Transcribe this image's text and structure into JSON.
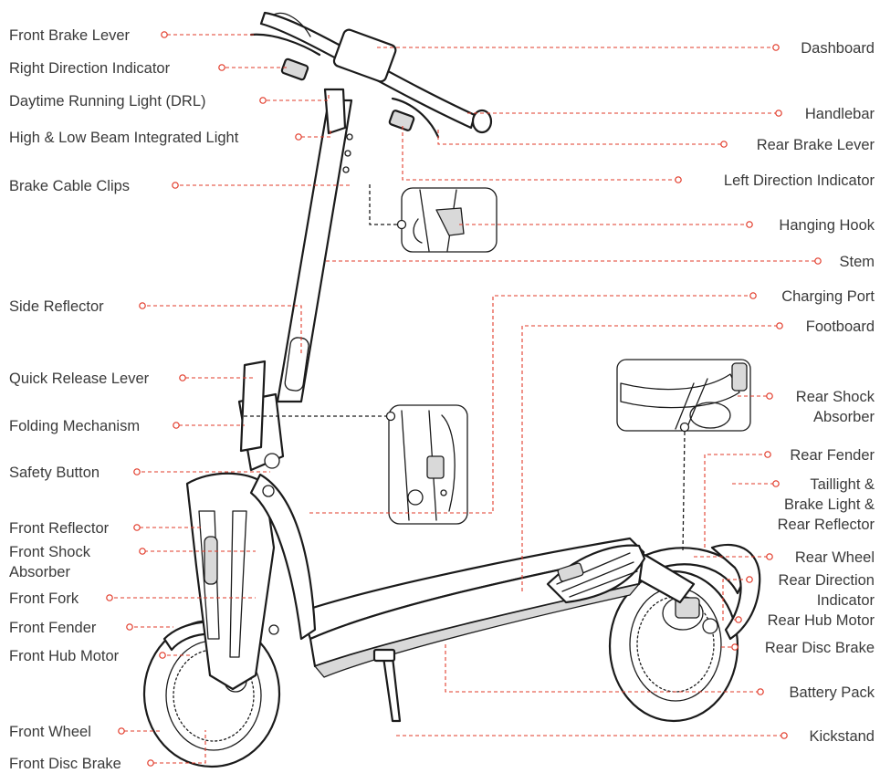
{
  "labels": {
    "front_brake_lever": "Front Brake Lever",
    "right_direction_indicator": "Right Direction Indicator",
    "drl": "Daytime Running Light (DRL)",
    "beam_light": "High & Low Beam Integrated Light",
    "brake_cable_clips": "Brake Cable Clips",
    "side_reflector": "Side Reflector",
    "quick_release_lever": "Quick Release Lever",
    "folding_mechanism": "Folding Mechanism",
    "safety_button": "Safety Button",
    "front_reflector": "Front Reflector",
    "front_shock_1": "Front Shock",
    "front_shock_2": "Absorber",
    "front_fork": "Front Fork",
    "front_fender": "Front Fender",
    "front_hub_motor": "Front Hub Motor",
    "front_wheel": "Front Wheel",
    "front_disc_brake": "Front Disc Brake",
    "dashboard": "Dashboard",
    "handlebar": "Handlebar",
    "rear_brake_lever": "Rear Brake Lever",
    "left_direction_indicator": "Left Direction Indicator",
    "hanging_hook": "Hanging Hook",
    "stem": "Stem",
    "charging_port": "Charging Port",
    "footboard": "Footboard",
    "rear_shock_1": "Rear Shock",
    "rear_shock_2": "Absorber",
    "rear_fender": "Rear Fender",
    "taillight_1": "Taillight &",
    "taillight_2": "Brake Light &",
    "taillight_3": "Rear Reflector",
    "rear_wheel": "Rear Wheel",
    "rear_dir_1": "Rear Direction",
    "rear_dir_2": "Indicator",
    "rear_hub_motor": "Rear Hub Motor",
    "rear_disc_brake": "Rear Disc Brake",
    "battery_pack": "Battery Pack",
    "kickstand": "Kickstand"
  },
  "colors": {
    "leader": "#e23b2a",
    "ink": "#1b1b1b",
    "text": "#3a3a3a"
  }
}
